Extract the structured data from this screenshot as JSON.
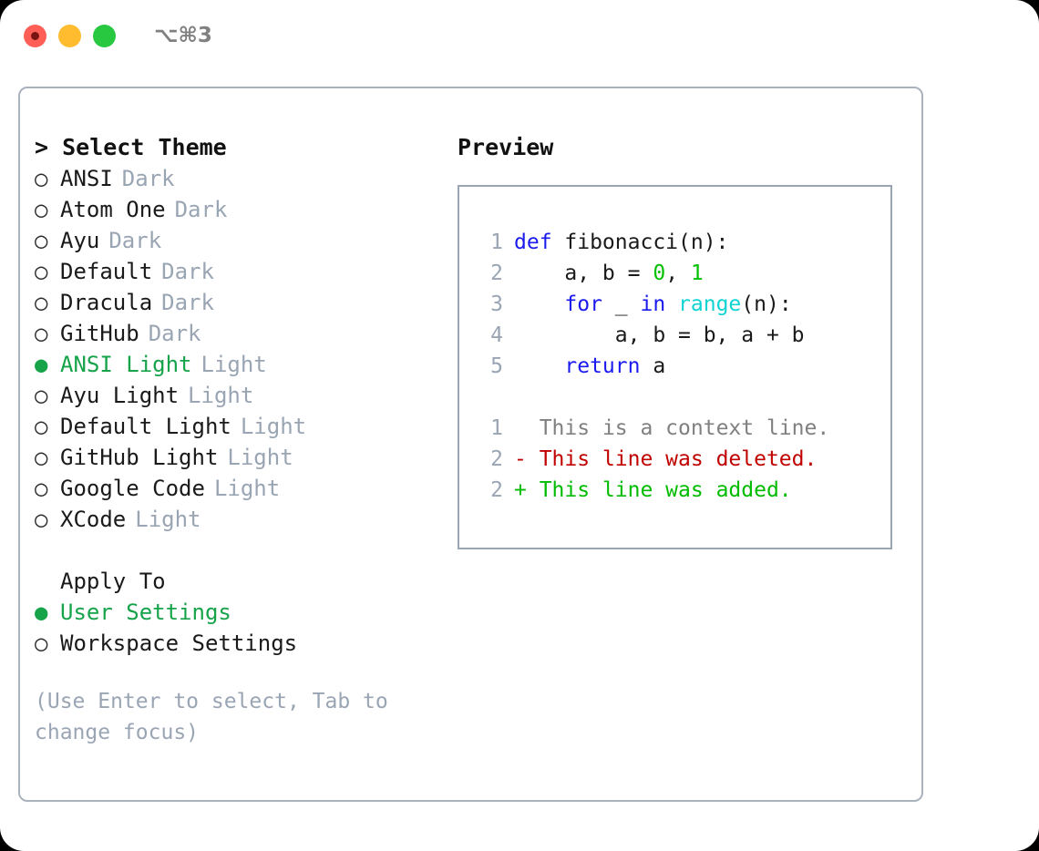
{
  "titlebar": {
    "shortcut": "⌥⌘3",
    "buttons": [
      {
        "name": "close",
        "color": "#ff5f57"
      },
      {
        "name": "minimize",
        "color": "#febc2e"
      },
      {
        "name": "maximize",
        "color": "#28c840"
      }
    ]
  },
  "left": {
    "heading": "> Select Theme",
    "marker_selected": "●",
    "marker_unselected": "○",
    "themes": [
      {
        "name": "ANSI",
        "kind": "Dark",
        "selected": false
      },
      {
        "name": "Atom One",
        "kind": "Dark",
        "selected": false
      },
      {
        "name": "Ayu",
        "kind": "Dark",
        "selected": false
      },
      {
        "name": "Default",
        "kind": "Dark",
        "selected": false
      },
      {
        "name": "Dracula",
        "kind": "Dark",
        "selected": false
      },
      {
        "name": "GitHub",
        "kind": "Dark",
        "selected": false
      },
      {
        "name": "ANSI Light",
        "kind": "Light",
        "selected": true
      },
      {
        "name": "Ayu Light",
        "kind": "Light",
        "selected": false
      },
      {
        "name": "Default Light",
        "kind": "Light",
        "selected": false
      },
      {
        "name": "GitHub Light",
        "kind": "Light",
        "selected": false
      },
      {
        "name": "Google Code",
        "kind": "Light",
        "selected": false
      },
      {
        "name": "XCode",
        "kind": "Light",
        "selected": false
      }
    ],
    "apply_to_heading": "Apply To",
    "apply_to": [
      {
        "name": "User Settings",
        "selected": true
      },
      {
        "name": "Workspace Settings",
        "selected": false
      }
    ],
    "hint": "(Use Enter to select, Tab to change focus)"
  },
  "right": {
    "preview_title": "Preview",
    "code": [
      {
        "lineno": "1",
        "tokens": [
          {
            "t": "def",
            "c": "kw"
          },
          {
            "t": " fibonacci(n):",
            "c": "plain"
          }
        ]
      },
      {
        "lineno": "2",
        "tokens": [
          {
            "t": "    a, b = ",
            "c": "plain"
          },
          {
            "t": "0",
            "c": "num"
          },
          {
            "t": ", ",
            "c": "plain"
          },
          {
            "t": "1",
            "c": "num"
          }
        ]
      },
      {
        "lineno": "3",
        "tokens": [
          {
            "t": "    ",
            "c": "plain"
          },
          {
            "t": "for",
            "c": "kw"
          },
          {
            "t": " _ ",
            "c": "plain"
          },
          {
            "t": "in",
            "c": "kw"
          },
          {
            "t": " ",
            "c": "plain"
          },
          {
            "t": "range",
            "c": "fn"
          },
          {
            "t": "(n):",
            "c": "plain"
          }
        ]
      },
      {
        "lineno": "4",
        "tokens": [
          {
            "t": "        a, b = b, a + b",
            "c": "plain"
          }
        ]
      },
      {
        "lineno": "5",
        "tokens": [
          {
            "t": "    ",
            "c": "plain"
          },
          {
            "t": "return",
            "c": "kw"
          },
          {
            "t": " a",
            "c": "plain"
          }
        ]
      }
    ],
    "diff": [
      {
        "lineno": "1",
        "marker": " ",
        "text": " This is a context line.",
        "kind": "ctx"
      },
      {
        "lineno": "2",
        "marker": "-",
        "text": " This line was deleted.",
        "kind": "del"
      },
      {
        "lineno": "2",
        "marker": "+",
        "text": " This line was added.",
        "kind": "add"
      }
    ]
  },
  "colors": {
    "accent_green": "#16a34a",
    "muted": "#9aa5b4",
    "keyword": "#1a1aee",
    "function": "#0dd3d3",
    "number": "#00c000",
    "diff_add": "#00bb00",
    "diff_del": "#c00000",
    "diff_ctx": "#808080",
    "panel_border": "#aab2bd"
  }
}
